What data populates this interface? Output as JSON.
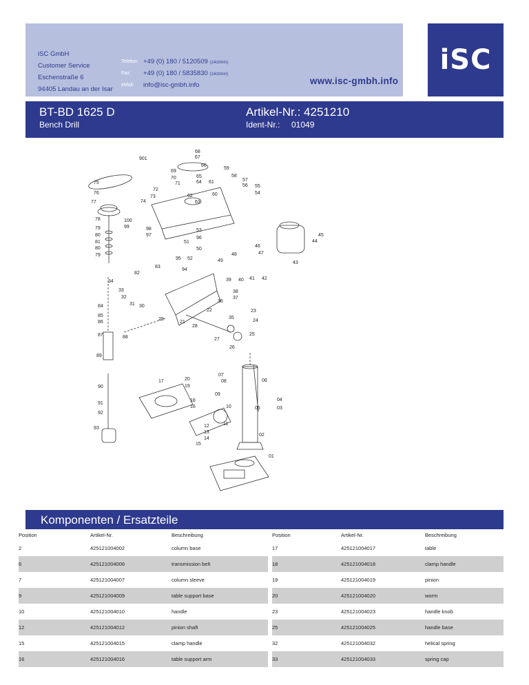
{
  "header": {
    "company_lines": [
      "iSC GmbH",
      "Customer Service",
      "Eschenstraße 6",
      "94405 Landau an der Isar"
    ],
    "contacts": [
      {
        "label": "Telefon:",
        "value": "+49 (0) 180 / 5120509",
        "note": "(14ct/min)"
      },
      {
        "label": "Fax:",
        "value": "+49 (0) 180 / 5835830",
        "note": "(14ct/min)"
      },
      {
        "label": "eMail:",
        "value": "info@isc-gmbh.info",
        "note": ""
      }
    ],
    "url": "www.isc-gmbh.info",
    "logo": "iSC"
  },
  "product": {
    "model": "BT-BD 1625 D",
    "name": "Bench Drill",
    "artikel_label": "Artikel-Nr.: 4251210",
    "ident_label": "Ident-Nr.:",
    "ident_value": "01049"
  },
  "diagram": {
    "part_numbers": [
      "68",
      "67",
      "901",
      "66",
      "69",
      "70",
      "65",
      "64",
      "59",
      "58",
      "57",
      "56",
      "55",
      "54",
      "71",
      "61",
      "75",
      "72",
      "73",
      "62",
      "60",
      "76",
      "74",
      "63",
      "77",
      "78",
      "100",
      "99",
      "98",
      "97",
      "53",
      "96",
      "79",
      "80",
      "81",
      "80",
      "79",
      "51",
      "50",
      "45",
      "44",
      "46",
      "47",
      "48",
      "49",
      "95",
      "52",
      "43",
      "83",
      "94",
      "82",
      "34",
      "33",
      "32",
      "31",
      "30",
      "39",
      "40",
      "41",
      "42",
      "38",
      "37",
      "36",
      "84",
      "85",
      "86",
      "22",
      "23",
      "29",
      "21",
      "28",
      "35",
      "24",
      "25",
      "27",
      "87",
      "88",
      "26",
      "89",
      "17",
      "20",
      "19",
      "07",
      "08",
      "06",
      "90",
      "09",
      "91",
      "18",
      "16",
      "10",
      "05",
      "04",
      "03",
      "92",
      "11",
      "12",
      "13",
      "14",
      "15",
      "02",
      "93",
      "01"
    ]
  },
  "section": {
    "title": "Komponenten / Ersatzteile"
  },
  "table": {
    "headers": [
      "Position",
      "Artikel-Nr.",
      "Beschreibung",
      "Position",
      "Artikel-Nr.",
      "Beschreibung"
    ],
    "rows": [
      [
        "2",
        "425121004002",
        "column base",
        "17",
        "425121004017",
        "table"
      ],
      [
        "6",
        "425121004006",
        "transmission belt",
        "18",
        "425121004018",
        "clamp handle"
      ],
      [
        "7",
        "425121004007",
        "column sleeve",
        "19",
        "425121004019",
        "pinion"
      ],
      [
        "9",
        "425121004009",
        "table support base",
        "20",
        "425121004020",
        "worm"
      ],
      [
        "10",
        "425121004010",
        "handle",
        "23",
        "425121004023",
        "handle knob"
      ],
      [
        "12",
        "425121004012",
        "pinion shaft",
        "25",
        "425121004025",
        "handle base"
      ],
      [
        "15",
        "425121004015",
        "clamp handle",
        "32",
        "425121004032",
        "helical spring"
      ],
      [
        "16",
        "425121004016",
        "table support arm",
        "33",
        "425121004033",
        "spring cap"
      ]
    ]
  }
}
